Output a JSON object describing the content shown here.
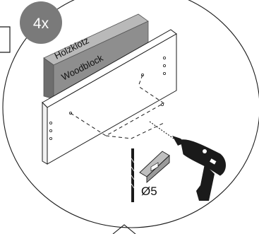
{
  "step": {
    "quantity_badge": "4x"
  },
  "block": {
    "label_de": "Holzklotz",
    "label_en": "Woodblock",
    "color": "#8e8e8e"
  },
  "tools": {
    "drill_bit_label": "Ø5"
  },
  "colors": {
    "badge": "#7a7a7a",
    "line": "#1a1a1a"
  }
}
